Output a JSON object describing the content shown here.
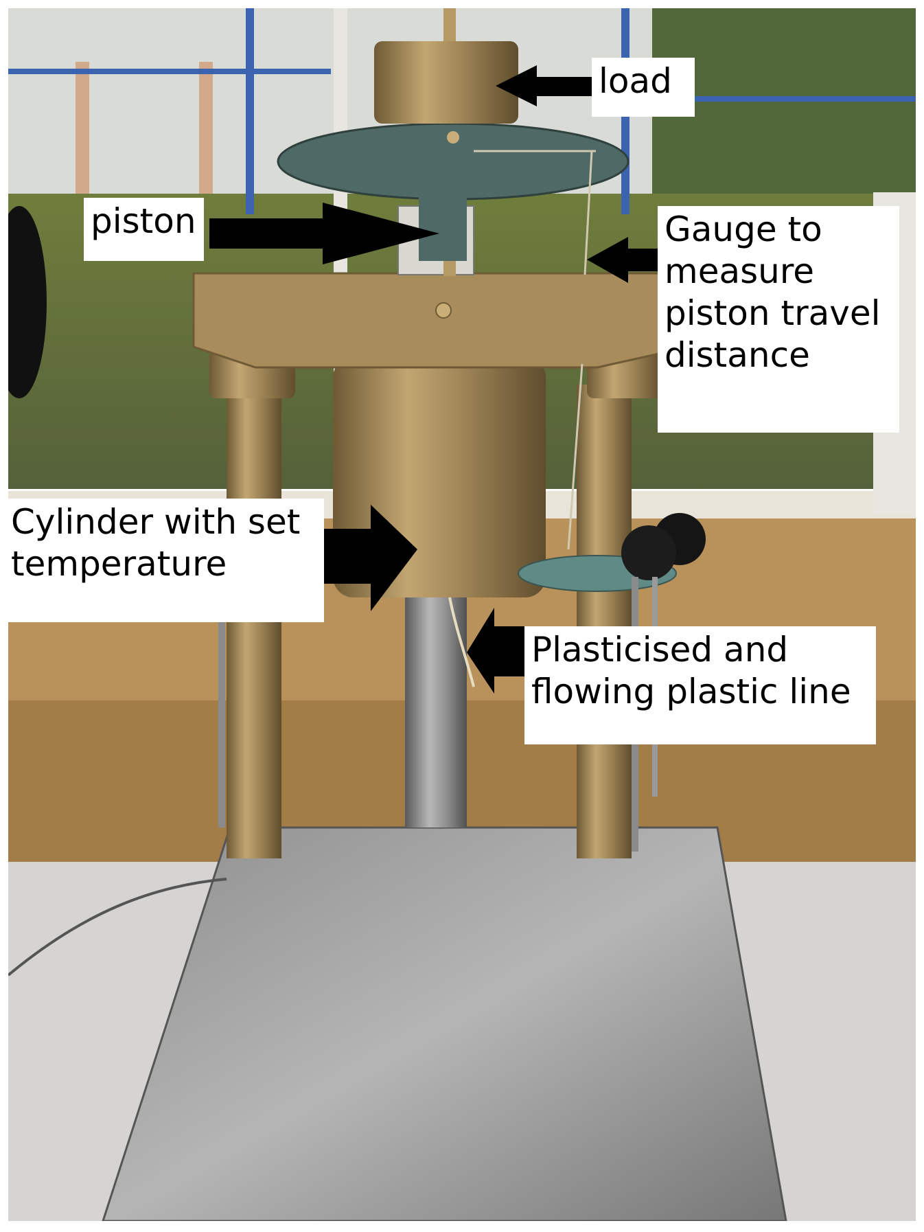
{
  "labels": {
    "load": "load",
    "piston": "piston",
    "gauge": "Gauge to\nmeasure\npiston travel\ndistance",
    "cylinder": "Cylinder with set\ntemperature",
    "plastic": "Plasticised and\nflowing plastic line"
  },
  "colors": {
    "brass": "#b39a6a",
    "steel": "#a9a9a9",
    "teal_plate": "#4f6a66",
    "arrow": "#000000"
  }
}
